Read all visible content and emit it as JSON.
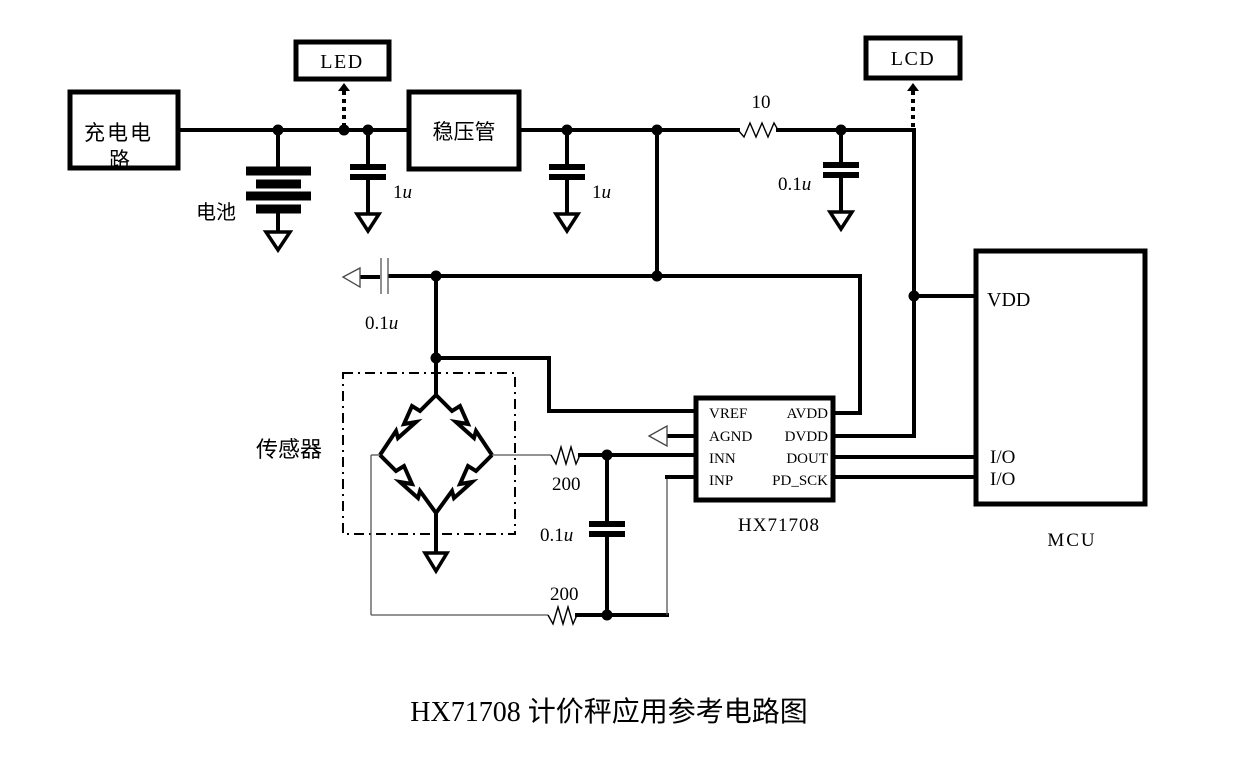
{
  "title": "HX71708 计价秤应用参考电路图",
  "blocks": {
    "charger": "充电电路",
    "regulator": "稳压管",
    "led": "LED",
    "lcd": "LCD",
    "sensor": "传感器",
    "battery": "电池",
    "mcu": "MCU",
    "chip": "HX71708"
  },
  "components": {
    "c1": "1u",
    "c2": "1u",
    "c3": "0.1u",
    "c_vref": "0.1u",
    "c_input": "0.1u",
    "r_supply": "10",
    "r_inn": "200",
    "r_inp": "200"
  },
  "chip_pins": {
    "left": [
      "VREF",
      "AGND",
      "INN",
      "INP"
    ],
    "right": [
      "AVDD",
      "DVDD",
      "DOUT",
      "PD_SCK"
    ]
  },
  "mcu_pins": {
    "vdd": "VDD",
    "io1": "I/O",
    "io2": "I/O"
  }
}
